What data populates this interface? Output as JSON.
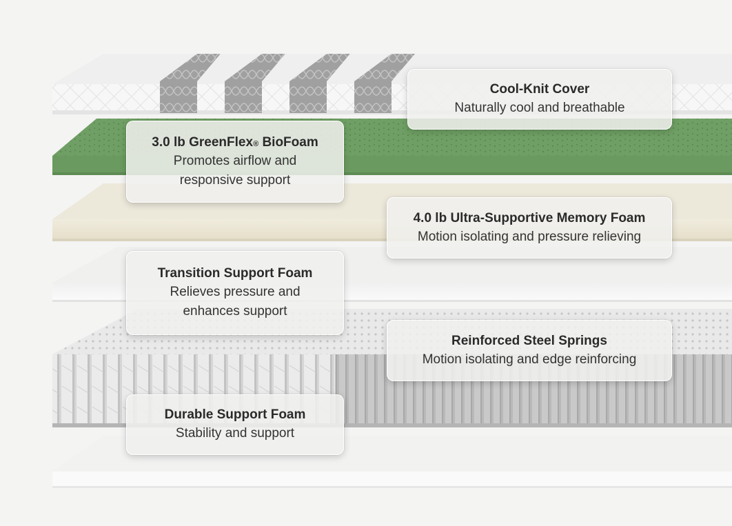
{
  "colors": {
    "background": "#f4f4f3",
    "cover_white": "#f7f7f7",
    "cover_band": "#9d9d9d",
    "green_foam": "#6e9f63",
    "memory_foam": "#ebe6d6",
    "transition_foam": "#f8f8f8",
    "springs": "#d0d0d0",
    "support_foam": "#fafafa"
  },
  "layers": [
    {
      "key": "cover",
      "title": "Cool-Knit Cover",
      "title_sup": "",
      "description": "Naturally cool and breathable",
      "description_lines": [
        "Naturally cool and breathable"
      ]
    },
    {
      "key": "greenflex",
      "title": "3.0 lb GreenFlex",
      "title_sup": "®",
      "title_suffix": " BioFoam",
      "description": "Promotes airflow and responsive support",
      "description_lines": [
        "Promotes airflow and",
        "responsive support"
      ]
    },
    {
      "key": "memory",
      "title": "4.0 lb Ultra-Supportive Memory Foam",
      "title_sup": "",
      "description": "Motion isolating and pressure relieving",
      "description_lines": [
        "Motion isolating and pressure relieving"
      ]
    },
    {
      "key": "transition",
      "title": "Transition Support Foam",
      "title_sup": "",
      "description": "Relieves pressure and enhances support",
      "description_lines": [
        "Relieves pressure and",
        "enhances support"
      ]
    },
    {
      "key": "springs",
      "title": "Reinforced Steel Springs",
      "title_sup": "",
      "description": "Motion isolating and edge reinforcing",
      "description_lines": [
        "Motion isolating and edge reinforcing"
      ]
    },
    {
      "key": "durable",
      "title": "Durable Support Foam",
      "title_sup": "",
      "description": "Stability and support",
      "description_lines": [
        "Stability and support"
      ]
    }
  ]
}
